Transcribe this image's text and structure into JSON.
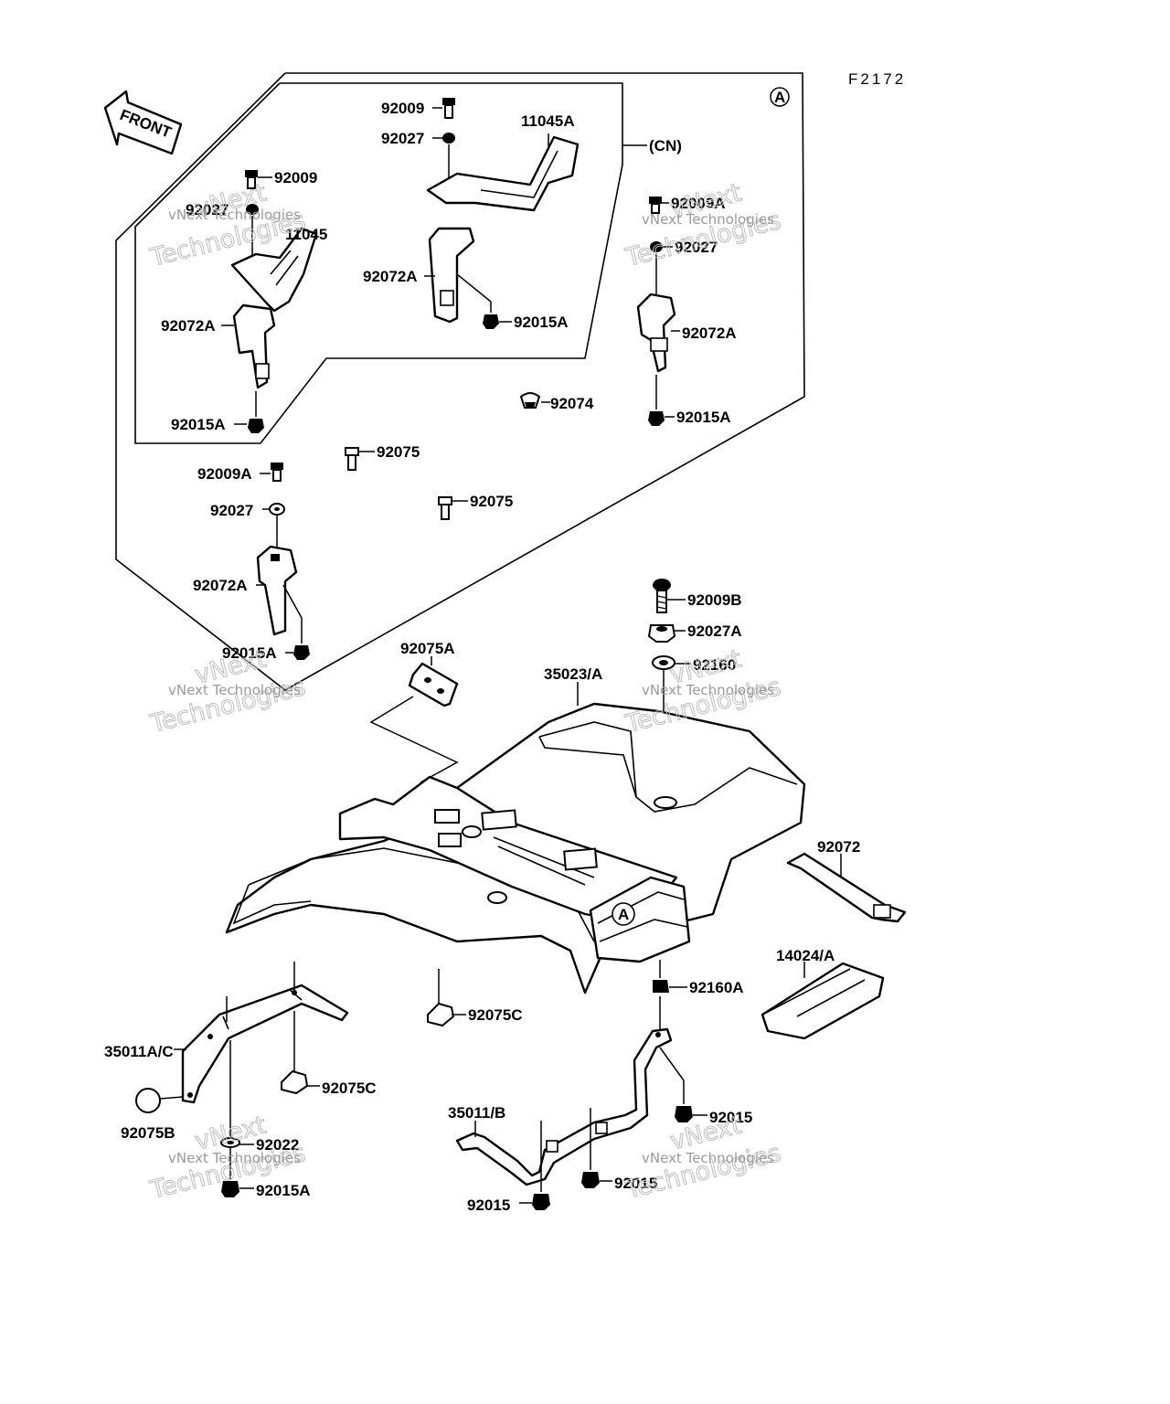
{
  "figure_code": "F2172",
  "front_arrow_label": "FRONT",
  "callout_a": "A",
  "group_label": "(CN)",
  "watermark": {
    "line1": "vNext Technologies",
    "line2": "Technologies",
    "prefix": "vNext"
  },
  "labels": {
    "l_92009_top": "92009",
    "l_92027_top": "92027",
    "l_11045A": "11045A",
    "l_92072A_mid": "92072A",
    "l_92015A_mid": "92015A",
    "l_92009_left": "92009",
    "l_92027_left": "92027",
    "l_11045": "11045",
    "l_92072A_left": "92072A",
    "l_92015A_left": "92015A",
    "l_92009A_right": "92009A",
    "l_92027_right": "92027",
    "l_92072A_right": "92072A",
    "l_92015A_right": "92015A",
    "l_92074": "92074",
    "l_92075_a": "92075",
    "l_92075_b": "92075",
    "l_92009A_low": "92009A",
    "l_92027_low": "92027",
    "l_92072A_low": "92072A",
    "l_92015A_low": "92015A",
    "l_92009B": "92009B",
    "l_92027A": "92027A",
    "l_92160": "92160",
    "l_92075A": "92075A",
    "l_35023A": "35023/A",
    "l_92072": "92072",
    "l_14024A": "14024/A",
    "l_92160A": "92160A",
    "l_92075C_mid": "92075C",
    "l_35011AC": "35011A/C",
    "l_92075C_left": "92075C",
    "l_92075B": "92075B",
    "l_92022": "92022",
    "l_92015A_bottom": "92015A",
    "l_35011B": "35011/B",
    "l_92015_r": "92015",
    "l_92015_m": "92015",
    "l_92015_b": "92015"
  }
}
